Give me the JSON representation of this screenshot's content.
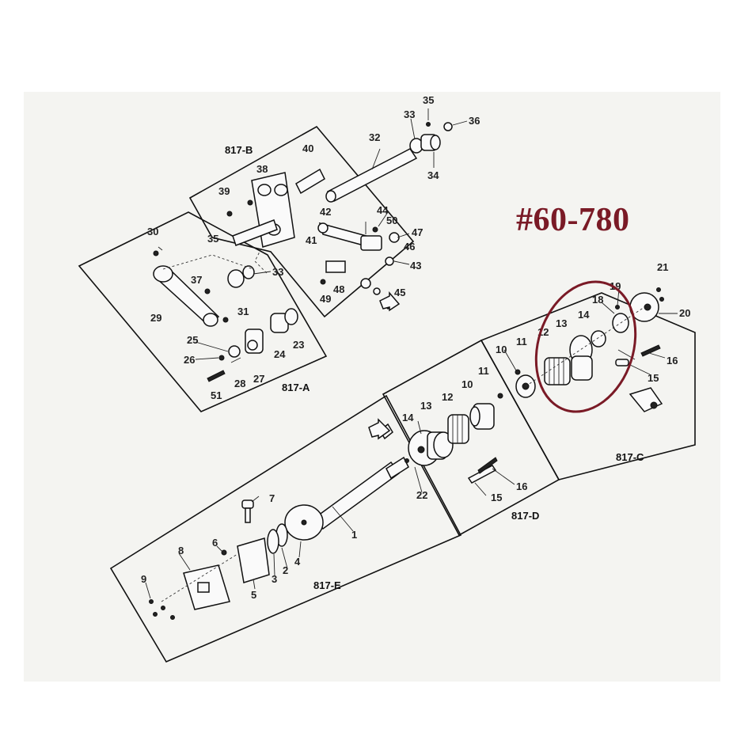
{
  "part_number": "#60-780",
  "highlight_color": "#7a1a26",
  "groups": {
    "a": "817-A",
    "b": "817-B",
    "c": "817-C",
    "d": "817-D",
    "e": "817-E"
  },
  "callouts": {
    "p1": "1",
    "p2": "2",
    "p3": "3",
    "p4": "4",
    "p5": "5",
    "p6": "6",
    "p7": "7",
    "p8": "8",
    "p9": "9",
    "d10": "10",
    "d11": "11",
    "d12": "12",
    "d13": "13",
    "d14": "14",
    "d15": "15",
    "d16": "16",
    "c10": "10",
    "c11": "11",
    "c12": "12",
    "c13": "13",
    "c14": "14",
    "c15": "15",
    "c16": "16",
    "c18": "18",
    "c19": "19",
    "c20": "20",
    "c21": "21",
    "p22": "22",
    "p23": "23",
    "p24": "24",
    "p25": "25",
    "p26": "26",
    "p27": "27",
    "p28": "28",
    "p29": "29",
    "p30": "30",
    "p31": "31",
    "p32": "32",
    "p33a": "33",
    "p33b": "33",
    "p34": "34",
    "p35a": "35",
    "p35b": "35",
    "p36": "36",
    "p37": "37",
    "p38": "38",
    "p39": "39",
    "p40": "40",
    "p41": "41",
    "p42": "42",
    "p43": "43",
    "p44": "44",
    "p45": "45",
    "p46": "46",
    "p47": "47",
    "p48": "48",
    "p49": "49",
    "p50": "50",
    "p51": "51"
  }
}
